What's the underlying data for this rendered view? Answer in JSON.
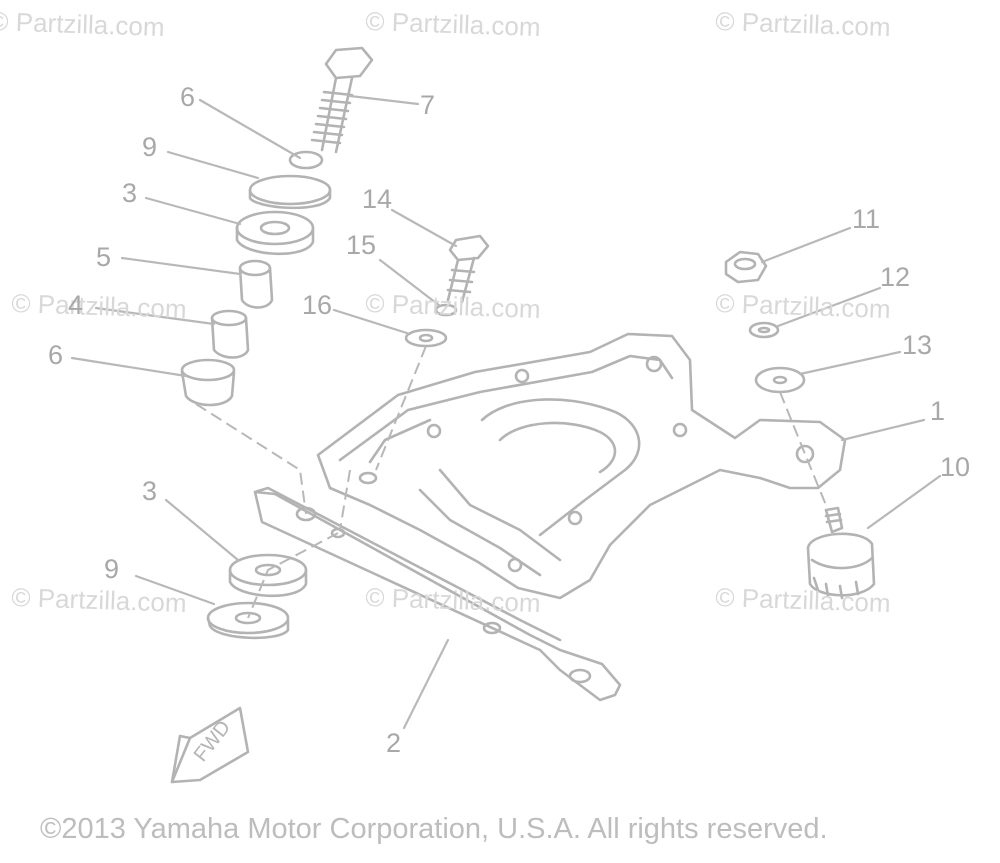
{
  "watermarks": [
    "© Partzilla.com",
    "© Partzilla.com",
    "© Partzilla.com",
    "© Partzilla.com",
    "© Partzilla.com",
    "© Partzilla.com",
    "© Partzilla.com",
    "© Partzilla.com",
    "© Partzilla.com"
  ],
  "callouts": {
    "c1": "1",
    "c2": "2",
    "c3a": "3",
    "c3b": "3",
    "c4": "4",
    "c5": "5",
    "c6a": "6",
    "c6b": "6",
    "c7": "7",
    "c9a": "9",
    "c9b": "9",
    "c10": "10",
    "c11": "11",
    "c12": "12",
    "c13": "13",
    "c14": "14",
    "c15": "15",
    "c16": "16"
  },
  "fwd_label": "FWD",
  "copyright": "©2013 Yamaha Motor Corporation, U.S.A. All rights reserved.",
  "colors": {
    "line": "#b0b0b0",
    "text": "#a8a8a8",
    "watermark": "#d8d8d8"
  }
}
